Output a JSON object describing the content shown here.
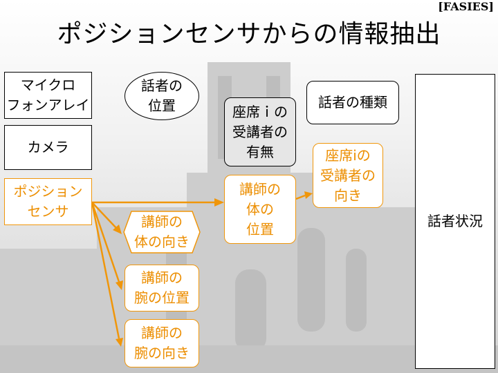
{
  "header": {
    "tag": "[FASIES]",
    "title": "ポジションセンサからの情報抽出"
  },
  "nodes": {
    "mic": [
      "マイクロ",
      "フォンアレイ"
    ],
    "camera": [
      "カメラ"
    ],
    "position_sensor": [
      "ポジション",
      "センサ"
    ],
    "speaker_position": [
      "話者の",
      "位置"
    ],
    "seat_presence": [
      "座席ｉの",
      "受講者の",
      "有無"
    ],
    "speaker_type": [
      "話者の種類"
    ],
    "seat_direction": [
      "座席iの",
      "受講者の",
      "向き"
    ],
    "lecturer_body_position": [
      "講師の",
      "体の",
      "位置"
    ],
    "lecturer_body_direction": [
      "講師の",
      "体の向き"
    ],
    "lecturer_arm_position": [
      "講師の",
      "腕の位置"
    ],
    "lecturer_arm_direction": [
      "講師の",
      "腕の向き"
    ],
    "speaker_status": [
      "話者状況"
    ]
  },
  "colors": {
    "sensor_orange": "#f0960a",
    "text_orange": "#ec8e00",
    "box_black": "#000000",
    "fill_gray": "#e6e6e6",
    "background_building": "#b8b8b8"
  }
}
